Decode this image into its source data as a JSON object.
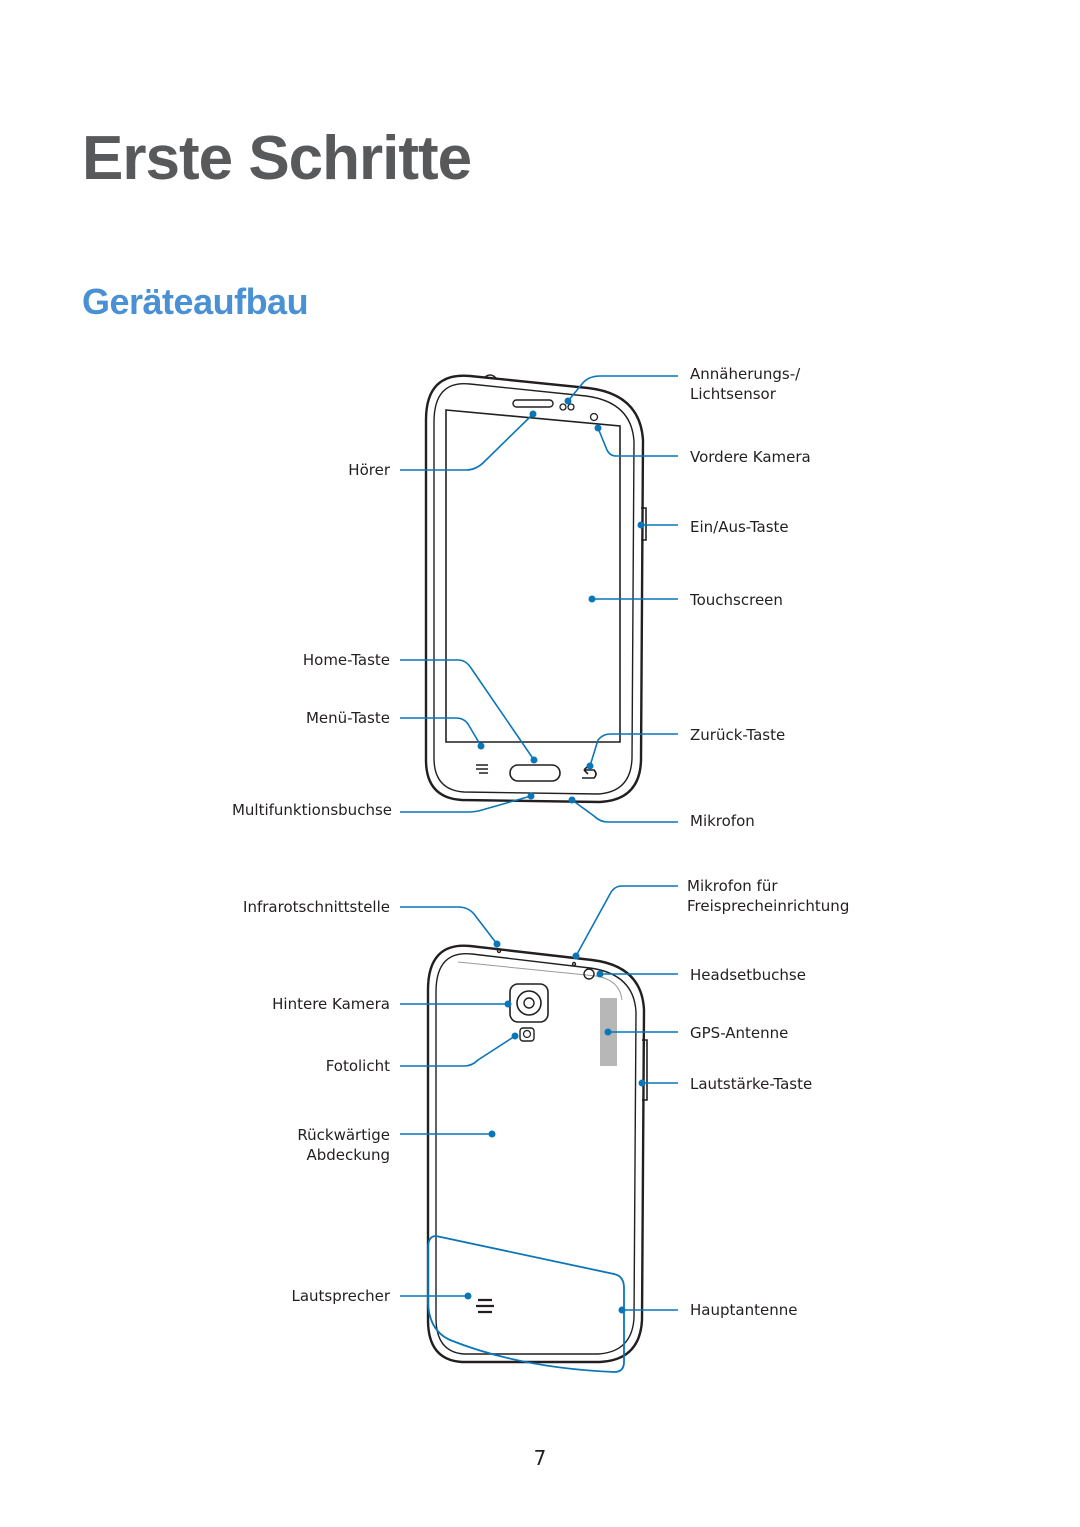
{
  "chapter_title": "Erste Schritte",
  "section_title": "Geräteaufbau",
  "front_labels": {
    "annaeherungs_line1": "Annäherungs-/",
    "annaeherungs_line2": "Lichtsensor",
    "hoerer": "Hörer",
    "vordere_kamera": "Vordere Kamera",
    "ein_aus": "Ein/Aus-Taste",
    "touchscreen": "Touchscreen",
    "home": "Home-Taste",
    "menue": "Menü-Taste",
    "zurueck": "Zurück-Taste",
    "multifunktion": "Multifunktionsbuchse",
    "mikrofon": "Mikrofon"
  },
  "back_labels": {
    "infrarot": "Infrarotschnittstelle",
    "mikrofon_frei_line1": "Mikrofon für",
    "mikrofon_frei_line2": "Freisprecheinrichtung",
    "headset": "Headsetbuchse",
    "hintere_kamera": "Hintere Kamera",
    "gps": "GPS-Antenne",
    "fotolicht": "Fotolicht",
    "lautstaerke": "Lautstärke-Taste",
    "abdeckung_line1": "Rückwärtige",
    "abdeckung_line2": "Abdeckung",
    "lautsprecher": "Lautsprecher",
    "hauptantenne": "Hauptantenne"
  },
  "page_number": "7",
  "colors": {
    "callout": "#0a76b8",
    "outline": "#231f20",
    "title_gray": "#58595b",
    "section_blue": "#4a90d4"
  }
}
